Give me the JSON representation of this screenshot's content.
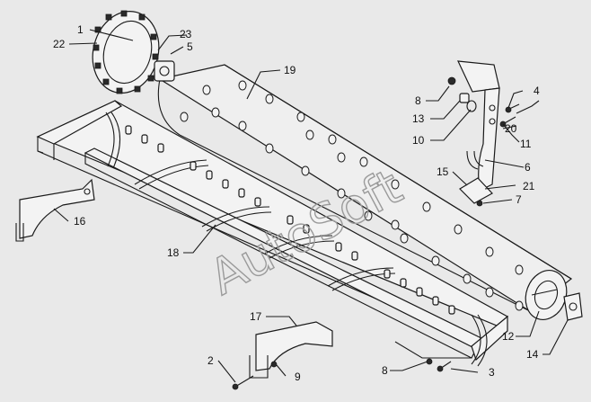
{
  "watermark": "AutoSoft",
  "callouts": [
    {
      "id": "c1",
      "label": "1"
    },
    {
      "id": "c2",
      "label": "2"
    },
    {
      "id": "c3",
      "label": "3"
    },
    {
      "id": "c4",
      "label": "4"
    },
    {
      "id": "c5",
      "label": "5"
    },
    {
      "id": "c6",
      "label": "6"
    },
    {
      "id": "c7",
      "label": "7"
    },
    {
      "id": "c8a",
      "label": "8"
    },
    {
      "id": "c8b",
      "label": "8"
    },
    {
      "id": "c9",
      "label": "9"
    },
    {
      "id": "c10",
      "label": "10"
    },
    {
      "id": "c11",
      "label": "11"
    },
    {
      "id": "c12",
      "label": "12"
    },
    {
      "id": "c13",
      "label": "13"
    },
    {
      "id": "c14",
      "label": "14"
    },
    {
      "id": "c15",
      "label": "15"
    },
    {
      "id": "c16",
      "label": "16"
    },
    {
      "id": "c17",
      "label": "17"
    },
    {
      "id": "c18",
      "label": "18"
    },
    {
      "id": "c19",
      "label": "19"
    },
    {
      "id": "c20",
      "label": "20"
    },
    {
      "id": "c21",
      "label": "21"
    },
    {
      "id": "c22",
      "label": "22"
    },
    {
      "id": "c23",
      "label": "23"
    }
  ]
}
